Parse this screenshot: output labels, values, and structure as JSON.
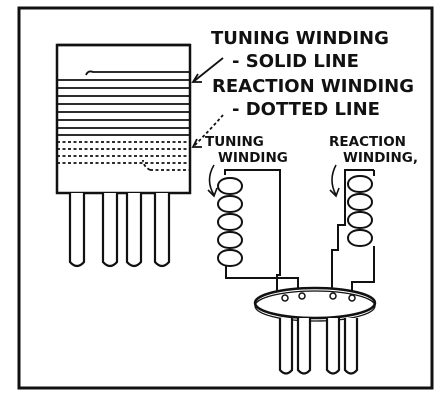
{
  "labels": {
    "tuning_winding_title": "TUNING WINDING",
    "tuning_winding_desc": "- SOLID LINE",
    "reaction_winding_title": "REACTION WINDING",
    "reaction_winding_desc": "- DOTTED LINE",
    "schematic_tuning_line1": "TUNING",
    "schematic_tuning_line2": "WINDING",
    "schematic_reaction_line1": "REACTION",
    "schematic_reaction_line2": "WINDING,"
  },
  "colors": {
    "ink": "#111111",
    "paper": "#ffffff"
  }
}
